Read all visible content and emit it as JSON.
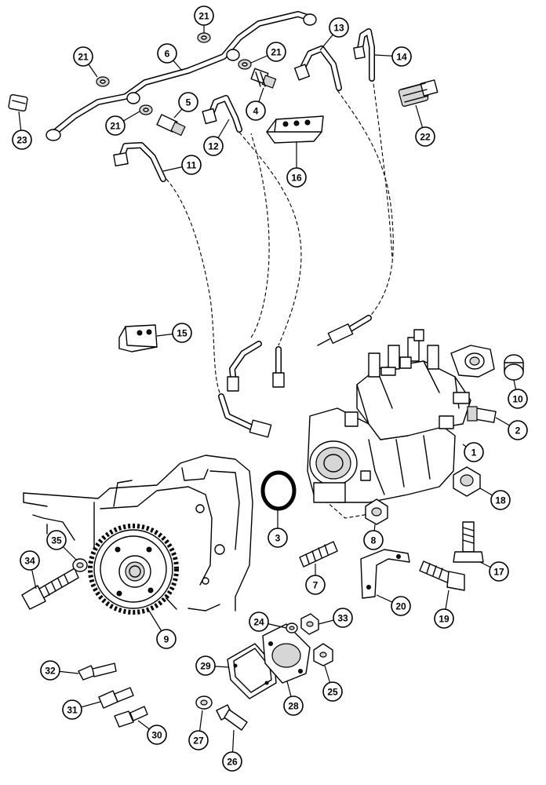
{
  "callouts": [
    {
      "key": "c1",
      "label": "1"
    },
    {
      "key": "c2",
      "label": "2"
    },
    {
      "key": "c3",
      "label": "3"
    },
    {
      "key": "c4",
      "label": "4"
    },
    {
      "key": "c5",
      "label": "5"
    },
    {
      "key": "c6",
      "label": "6"
    },
    {
      "key": "c7",
      "label": "7"
    },
    {
      "key": "c8",
      "label": "8"
    },
    {
      "key": "c9",
      "label": "9"
    },
    {
      "key": "c10",
      "label": "10"
    },
    {
      "key": "c11",
      "label": "11"
    },
    {
      "key": "c12",
      "label": "12"
    },
    {
      "key": "c13",
      "label": "13"
    },
    {
      "key": "c14",
      "label": "14"
    },
    {
      "key": "c15",
      "label": "15"
    },
    {
      "key": "c16",
      "label": "16"
    },
    {
      "key": "c17",
      "label": "17"
    },
    {
      "key": "c18",
      "label": "18"
    },
    {
      "key": "c19",
      "label": "19"
    },
    {
      "key": "c20",
      "label": "20"
    },
    {
      "key": "c21a",
      "label": "21"
    },
    {
      "key": "c21b",
      "label": "21"
    },
    {
      "key": "c21c",
      "label": "21"
    },
    {
      "key": "c21d",
      "label": "21"
    },
    {
      "key": "c22",
      "label": "22"
    },
    {
      "key": "c23",
      "label": "23"
    },
    {
      "key": "c24",
      "label": "24"
    },
    {
      "key": "c25",
      "label": "25"
    },
    {
      "key": "c26",
      "label": "26"
    },
    {
      "key": "c27",
      "label": "27"
    },
    {
      "key": "c28",
      "label": "28"
    },
    {
      "key": "c29",
      "label": "29"
    },
    {
      "key": "c30",
      "label": "30"
    },
    {
      "key": "c31",
      "label": "31"
    },
    {
      "key": "c32",
      "label": "32"
    },
    {
      "key": "c33",
      "label": "33"
    },
    {
      "key": "c34",
      "label": "34"
    },
    {
      "key": "c35",
      "label": "35"
    }
  ]
}
